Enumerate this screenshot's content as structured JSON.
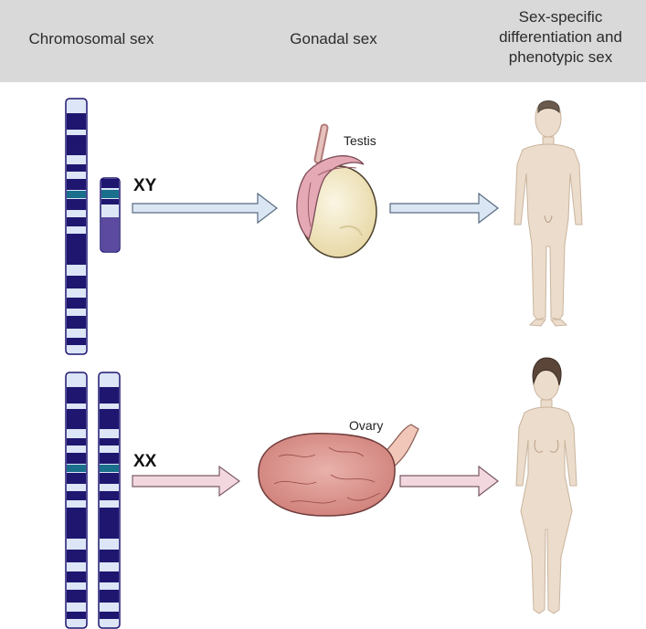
{
  "headers": {
    "chromosomal": "Chromosomal sex",
    "gonadal": "Gonadal sex",
    "phenotypic_line1": "Sex-specific",
    "phenotypic_line2": "differentiation and",
    "phenotypic_line3": "phenotypic sex"
  },
  "rows": {
    "male": {
      "karyotype": "XY",
      "gonad": "Testis"
    },
    "female": {
      "karyotype": "XX",
      "gonad": "Ovary"
    }
  },
  "colors": {
    "header_bg": "#d9d9d9",
    "chromosome_dark": "#1f1670",
    "chromosome_light": "#dce6f7",
    "centromere": "#1a6f8c",
    "male_arrow": "#dbe6f4",
    "female_arrow": "#f2d7de",
    "skin": "#ecdccb"
  }
}
